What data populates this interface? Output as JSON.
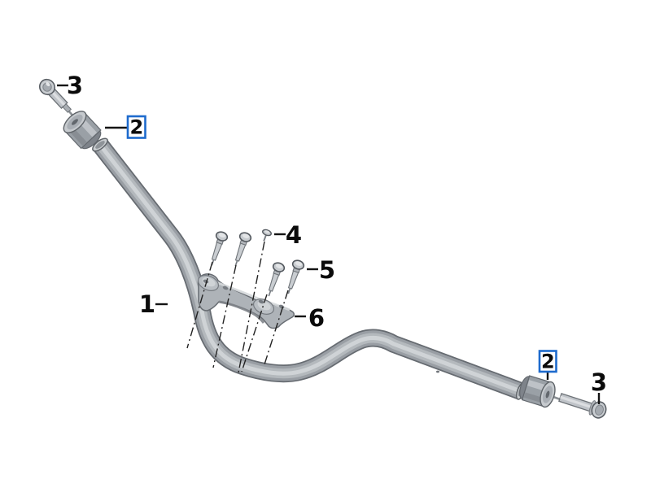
{
  "diagram": {
    "background_color": "#ffffff",
    "highlight_color": "#1e6bcd",
    "line_color": "#141414",
    "callouts": {
      "handlebar": "1",
      "weight_left": "2",
      "weight_right": "2",
      "screw_left": "3",
      "screw_right": "3",
      "cover_screw": "4",
      "clamp_bolt": "5",
      "clamp": "6"
    }
  }
}
